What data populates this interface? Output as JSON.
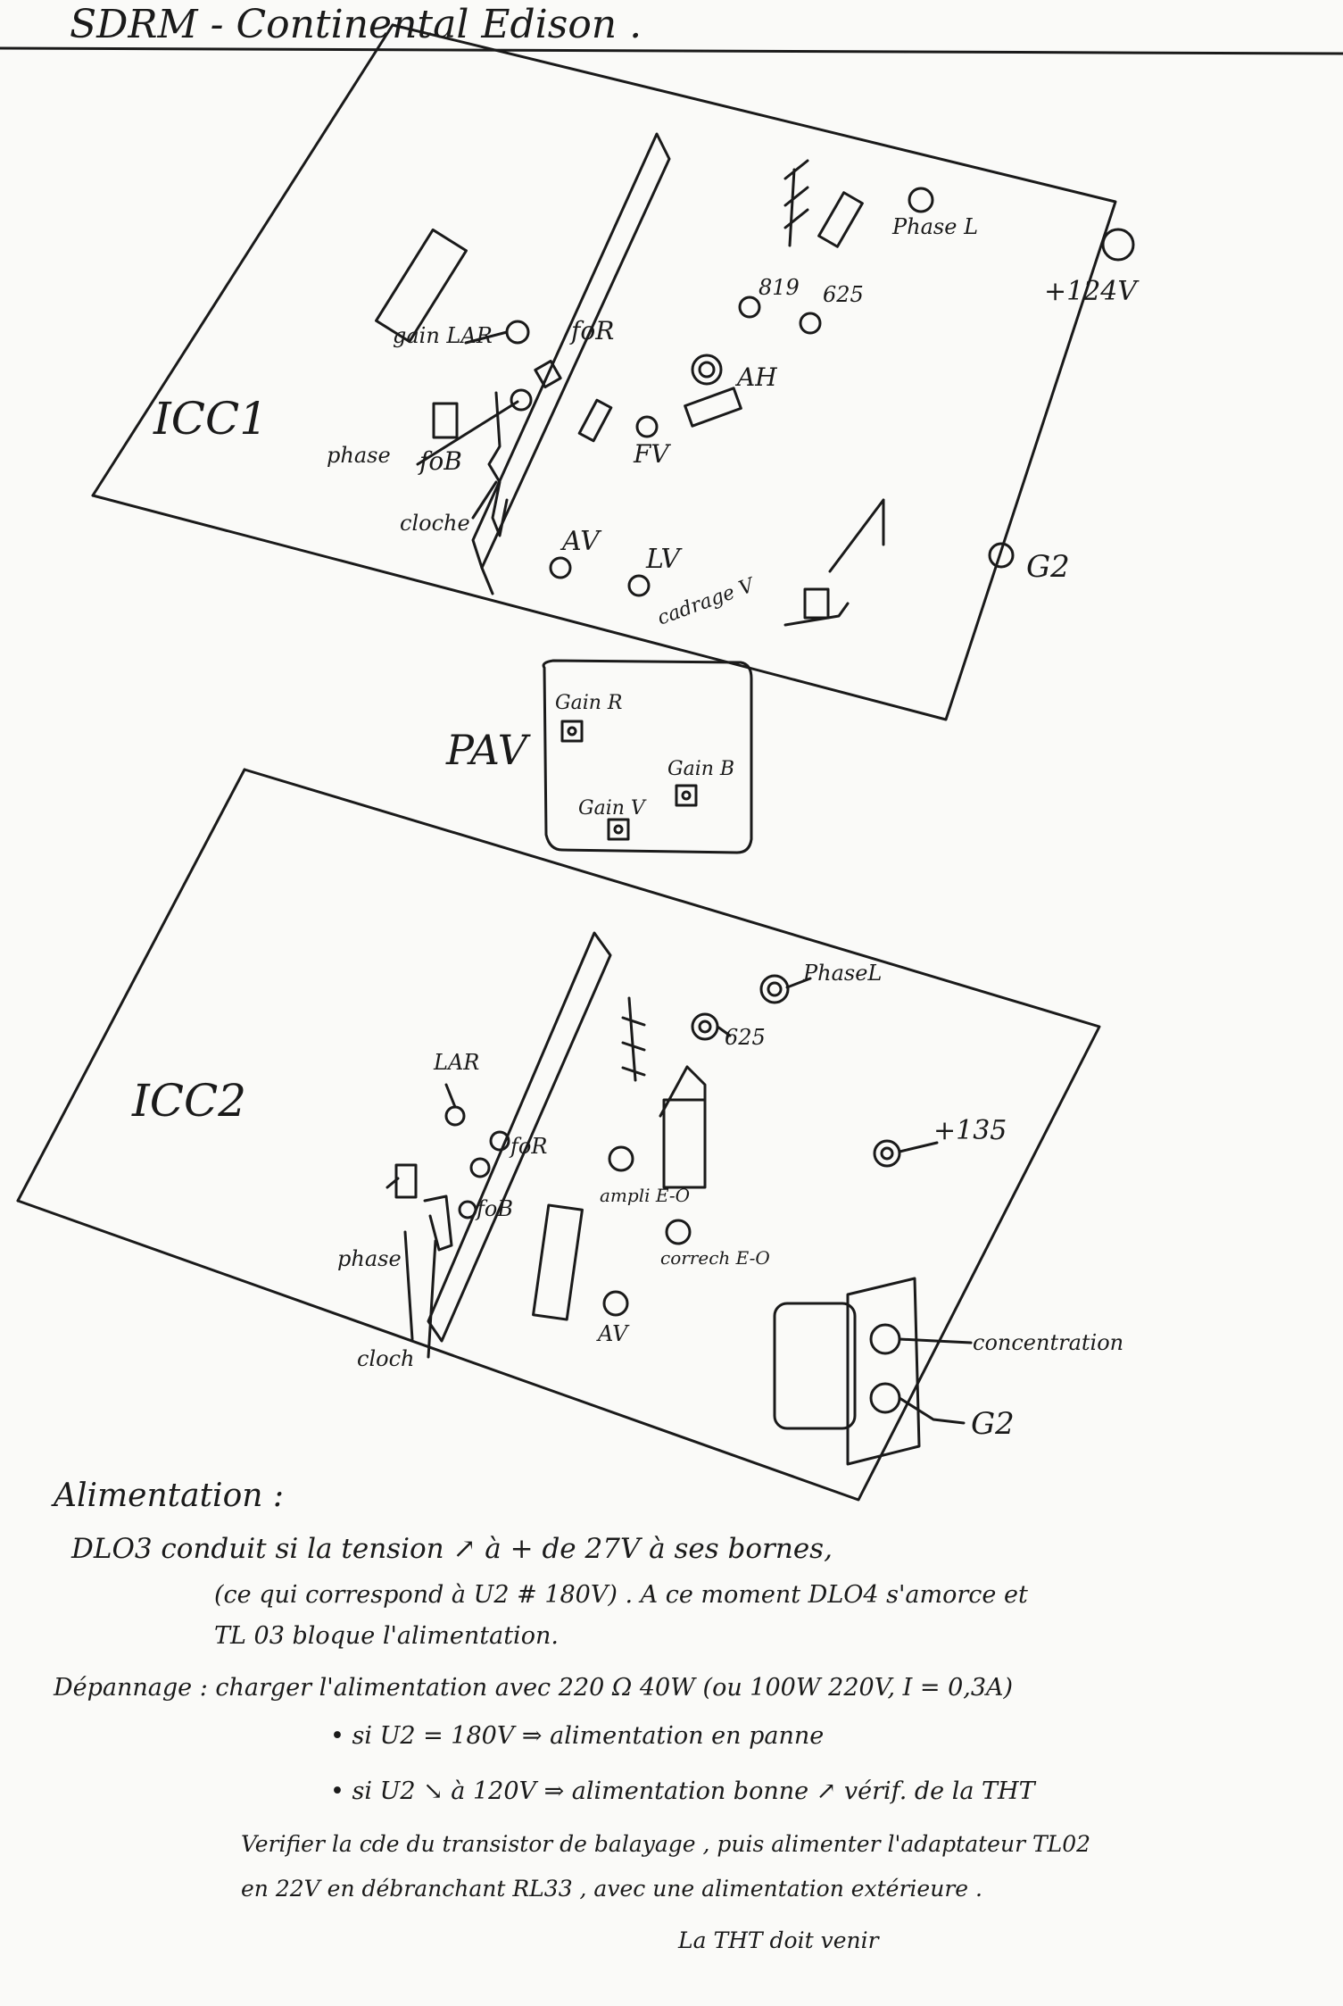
{
  "header": {
    "title": "SDRM - Continental Edison ."
  },
  "board1": {
    "name": "ICC1",
    "labels": {
      "gain_lar": "gain LAR",
      "fo_r": "foR",
      "phase": "phase",
      "fo_b": "foB",
      "cloche": "cloche",
      "sig": "819",
      "g25": "625",
      "phase_l": "Phase L",
      "plus124": "+124V",
      "ah": "AH",
      "fv": "FV",
      "av": "AV",
      "lv": "LV",
      "cadrage": "cadrage V",
      "g2": "G2"
    }
  },
  "pav": {
    "name": "PAV",
    "labels": {
      "gain_r": "Gain R",
      "gain_b": "Gain B",
      "gain_v": "Gain V"
    }
  },
  "board2": {
    "name": "ICC2",
    "labels": {
      "phase_l": "PhaseL",
      "g25": "625",
      "lar": "LAR",
      "fo_r": "foR",
      "fo_b": "foB",
      "phase": "phase",
      "cloche": "cloch",
      "plus135": "+135",
      "ampli": "ampli E-O",
      "correch": "correch E-O",
      "av": "AV",
      "concentration": "concentration",
      "g2": "G2"
    }
  },
  "notes": {
    "heading": "Alimentation :",
    "line1": "DLO3 conduit si la tension ↗ à + de 27V à ses bornes,",
    "line2": "(ce qui correspond à U2 # 180V) . A ce moment DLO4 s'amorce et",
    "line3": "TL 03 bloque l'alimentation.",
    "line4": "Dépannage : charger l'alimentation avec 220 Ω 40W (ou 100W 220V, I = 0,3A)",
    "line5": "• si U2 = 180V ⇒ alimentation en panne",
    "line6": "• si U2 ↘ à 120V ⇒ alimentation bonne ↗ vérif. de la THT",
    "line7": "Verifier la cde du transistor de balayage , puis alimenter l'adaptateur TL02",
    "line8": "en 22V en débranchant RL33 , avec une alimentation extérieure .",
    "line9": "La THT doit venir"
  }
}
